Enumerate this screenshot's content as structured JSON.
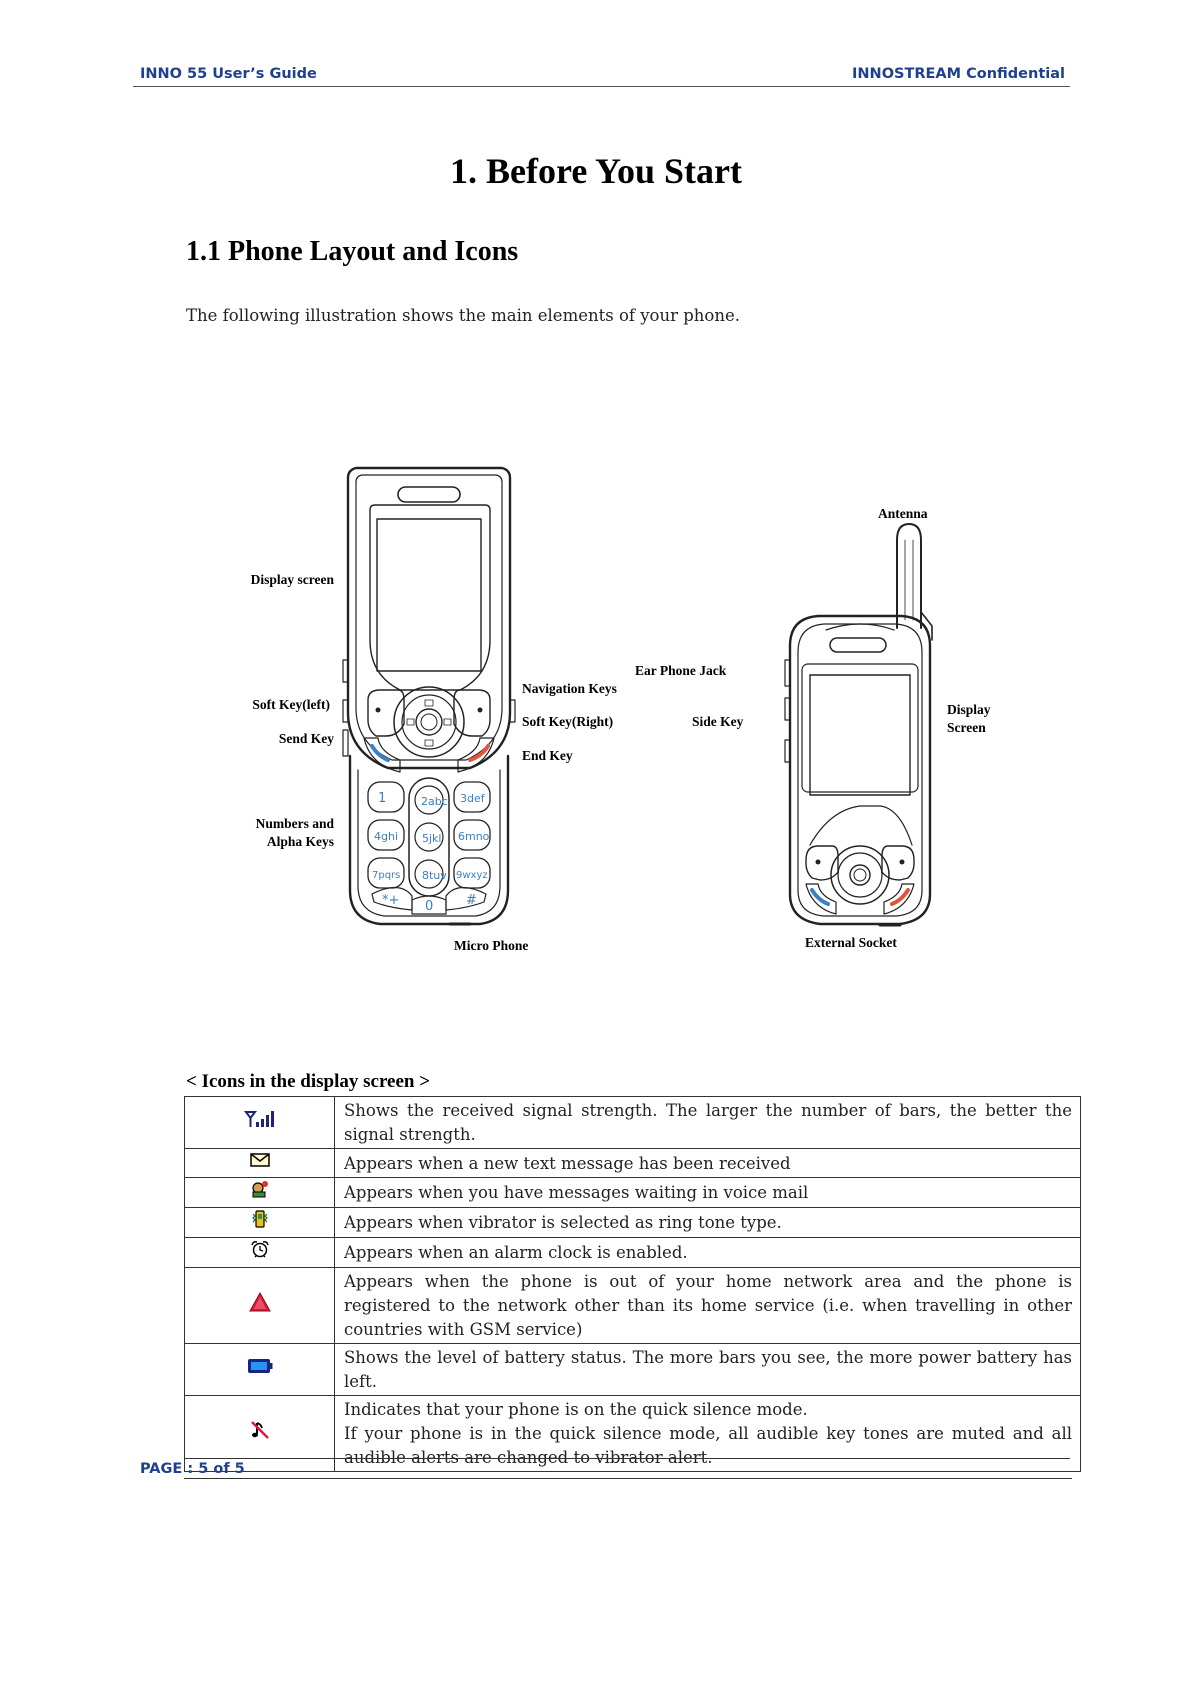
{
  "header": {
    "left": "INNO 55 User’s Guide",
    "right": "INNOSTREAM Confidential"
  },
  "title": "1. Before You Start",
  "section": "1.1 Phone Layout and Icons",
  "intro": "The following illustration shows the main elements of your phone.",
  "figure": {
    "labels": {
      "display_screen": "Display screen",
      "soft_key_left": "Soft Key(left)",
      "send_key": "Send Key",
      "numbers_line1": "Numbers and",
      "numbers_line2": "Alpha Keys",
      "navigation_keys": "Navigation Keys",
      "soft_key_right": "Soft Key(Right)",
      "end_key": "End Key",
      "micro_phone": "Micro Phone",
      "antenna": "Antenna",
      "ear_phone_jack": "Ear Phone Jack",
      "side_key": "Side Key",
      "display_line1": "Display",
      "display_line2": "Screen",
      "external_socket": "External Socket"
    },
    "keypad": [
      "1",
      "2abc",
      "3def",
      "4ghi",
      "5jkl",
      "6mno",
      "7pqrs",
      "8tuv",
      "9wxyz",
      "*+",
      "0",
      "#"
    ]
  },
  "icons_caption": "< Icons in the display screen >",
  "icons_table": [
    {
      "icon": "signal-strength-icon",
      "text": "Shows the received signal strength. The larger the number of bars, the better the signal strength."
    },
    {
      "icon": "message-envelope-icon",
      "text": "Appears when a new text message has been received"
    },
    {
      "icon": "voice-mail-icon",
      "text": "Appears when you have messages waiting in voice mail"
    },
    {
      "icon": "vibrate-icon",
      "text": "Appears when vibrator is selected as ring tone type."
    },
    {
      "icon": "alarm-clock-icon",
      "text": "Appears when an alarm clock is enabled."
    },
    {
      "icon": "roaming-triangle-icon",
      "text": "Appears when the phone is out of your home network area and the phone is registered to the network other than its home service (i.e. when travelling in other countries with GSM service)"
    },
    {
      "icon": "battery-icon",
      "text": "Shows the level of battery status. The more bars you see, the more power battery has left."
    },
    {
      "icon": "quick-silence-icon",
      "text": "Indicates that your phone is on the quick silence mode.\nIf your phone is in the quick silence mode, all audible key tones are muted and all audible alerts are changed to vibrator alert."
    }
  ],
  "footer": {
    "page": "PAGE : 5 of 5"
  },
  "colors": {
    "header_blue": "#1f3f8f",
    "keypad_blue": "#3b7fc4",
    "end_red": "#e0563f"
  }
}
